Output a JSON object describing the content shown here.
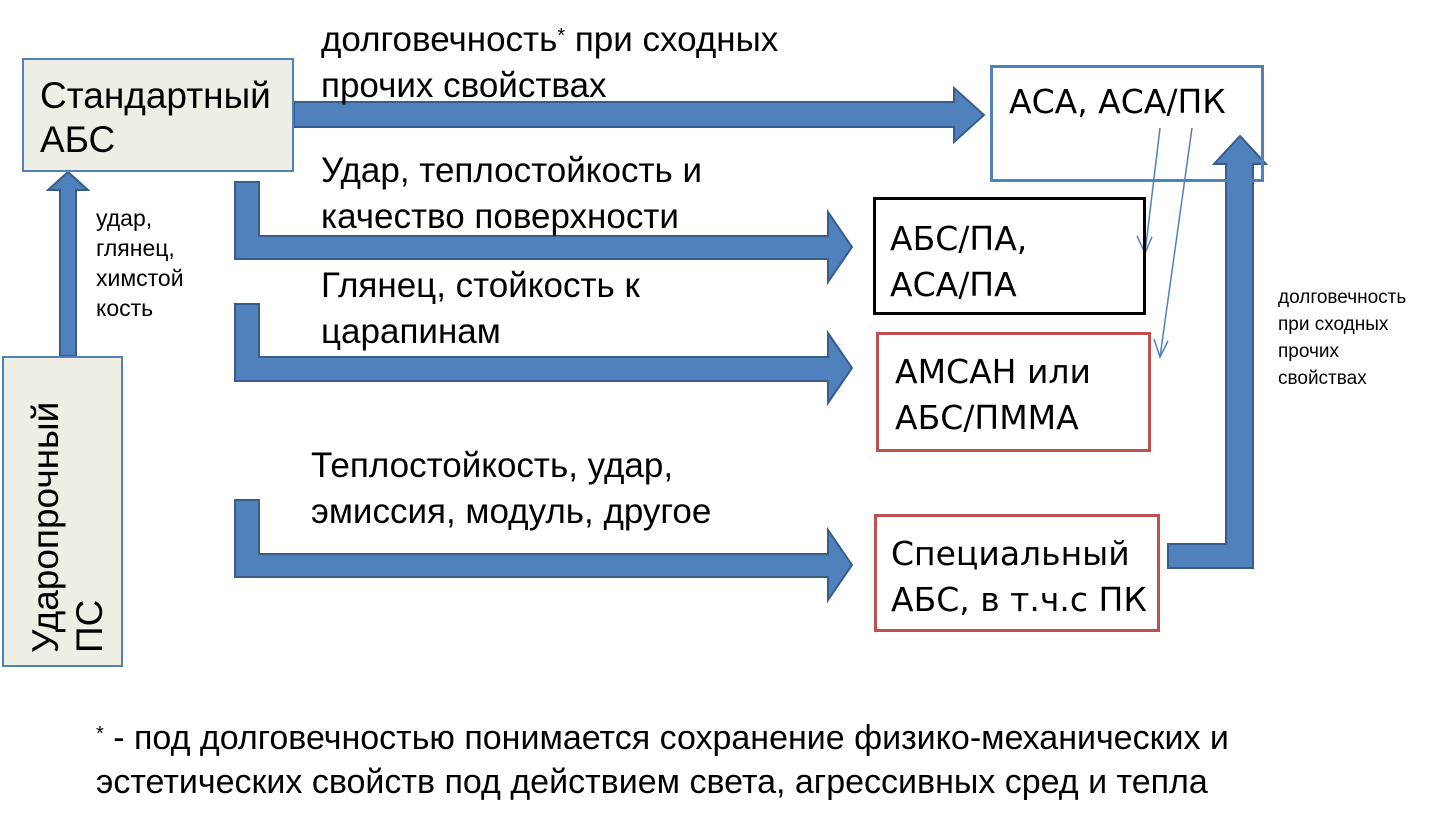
{
  "colors": {
    "arrow_fill": "#4f81bd",
    "arrow_stroke": "#385d8a",
    "box_fill": "#eeeee4",
    "blue_border": "#4f81bd",
    "black_border": "#000000",
    "red_border": "#c0504d"
  },
  "nodes": {
    "standard_abs": {
      "lines": [
        "Стандартный",
        "АБС"
      ]
    },
    "impact_ps": {
      "lines": [
        "Ударопрочный",
        "ПС"
      ]
    },
    "asa": {
      "lines": [
        "АСА, АСА/ПК"
      ]
    },
    "abs_pa": {
      "lines": [
        "АБС/ПА,",
        "АСА/ПА"
      ]
    },
    "amsan": {
      "lines": [
        "АМСАН или",
        "АБС/ПММА"
      ]
    },
    "special_abs": {
      "lines": [
        "Специальный",
        "АБС, в т.ч.с ПК"
      ]
    }
  },
  "edges": {
    "ps_to_abs": {
      "lines": [
        "удар,",
        "глянец,",
        "химстой",
        "кость"
      ]
    },
    "abs_to_asa": {
      "line1_main": "долговечность",
      "line1_mark": "*",
      "line1_rest": " при сходных",
      "line2": "прочих свойствах"
    },
    "abs_to_pa": {
      "lines": [
        "Удар, теплостойкость и",
        "качество поверхности"
      ]
    },
    "abs_to_amsan": {
      "lines": [
        "Глянец, стойкость к",
        "царапинам"
      ]
    },
    "abs_to_special": {
      "lines": [
        "Теплостойкость, удар,",
        "эмиссия, модуль, другое"
      ]
    },
    "special_to_asa": {
      "lines": [
        "долговечность",
        "при сходных",
        "прочих",
        "свойствах"
      ]
    }
  },
  "footnote": {
    "mark": "*",
    "line1": " - под долговечностью понимается сохранение физико-механических и",
    "line2": "эстетических свойств под действием света, агрессивных сред и тепла"
  }
}
